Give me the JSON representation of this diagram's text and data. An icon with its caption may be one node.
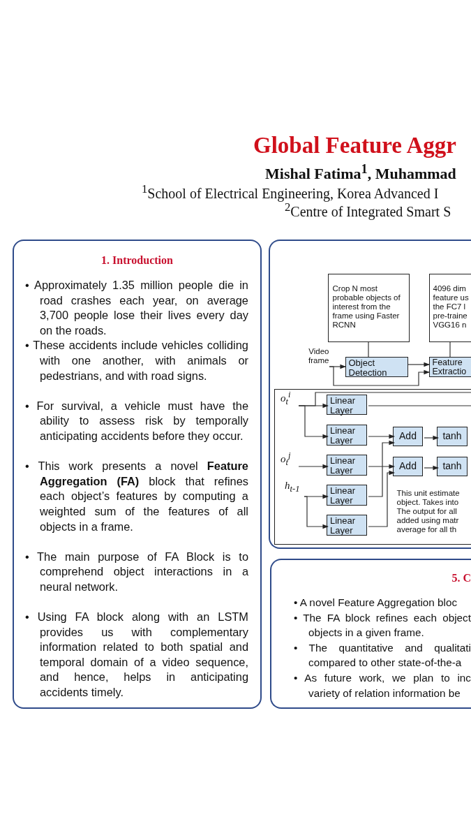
{
  "diagram": {
    "title": "Global Feature Aggr",
    "nodes": [
      {
        "text": [
          "1. Introduction",
          "• Approximately 1.35 million people die in road crashes each year, on average 3,700 people lose their lives every day on the roads.",
          "• These accidents include vehicles colliding with one another, with animals or pedestrians, and with road signs.",
          "• For survival, a vehicle must have the ability to assess risk by temporally anticipating accidents before they occur.",
          "• This work presents a novel **Feature Aggregation (FA)** block that refines each object’s features by computing a weighted sum of the features of all objects in a frame.",
          "• The main purpose of FA Block is to comprehend object interactions in a neural network.",
          "• Using FA block along with an LSTM provides us with complementary information related to both spatial and temporal domain of a video sequence, and hence, helps in anticipating accidents timely."
        ]
      },
      {
        "text": [],
        "shape": "box"
      },
      {
        "text": [
          "Crop N most probable objects of interest from the frame using Faster RCNN"
        ],
        "in": 1
      },
      {
        "text": [
          "4096 dim feature us the FC7 l pre-traine VGG16 n"
        ],
        "in": 1
      },
      {
        "text": [
          "Video frame"
        ],
        "in": 1
      },
      {
        "text": [
          "Object Detection"
        ],
        "in": 1
      },
      {
        "text": [
          "Feature Extractio"
        ],
        "in": 1
      },
      {
        "text": [
          "This unit estimate object. Takes into The output for all added using matr average for all th"
        ],
        "in": 1
      },
      {
        "text": [
          "o$_{t}$$^{i}$"
        ],
        "in": 7
      },
      {
        "text": [
          "Linear Layer"
        ],
        "in": 7
      },
      {
        "text": [
          "Linear Layer"
        ],
        "in": 7
      },
      {
        "text": [
          "o$_{t}$$^{j}$"
        ],
        "in": 7
      },
      {
        "text": [
          "Linear Layer"
        ],
        "in": 7
      },
      {
        "text": [
          "h$_{t-1}$"
        ],
        "in": 7
      },
      {
        "text": [
          "Linear Layer"
        ],
        "in": 7
      },
      {
        "text": [
          "Linear Layer"
        ],
        "in": 7
      },
      {
        "text": [
          "Add"
        ],
        "in": 7
      },
      {
        "text": [
          "tanh"
        ],
        "in": 7
      },
      {
        "text": [
          "Add"
        ],
        "in": 7
      },
      {
        "text": [
          "tanh"
        ],
        "in": 7
      },
      {
        "text": [
          "5. C",
          "• A novel Feature Aggregation bloc",
          "• The FA block refines each object objects in a given frame.",
          "• The quantitative and qualitati compared to other state-of-the-a",
          "• As future work, we plan to inc variety of relation information be"
        ]
      }
    ],
    "edges": [
      {
        "from": 4,
        "to": 5,
        "arrow": "to"
      },
      {
        "from": 4,
        "to": 6,
        "arrow": "to"
      },
      {
        "from": 2,
        "to": 5,
        "arrow": "none"
      },
      {
        "from": 3,
        "to": 6,
        "arrow": "none"
      },
      {
        "from": 5,
        "to": 6,
        "arrow": "to"
      },
      {
        "from": 8,
        "to": 9,
        "arrow": "to"
      },
      {
        "from": 8,
        "to": 10,
        "arrow": "to"
      },
      {
        "from": 8,
        "to": null,
        "arrow": "none"
      },
      {
        "from": 9,
        "to": null,
        "arrow": "none"
      },
      {
        "from": 10,
        "to": 16,
        "arrow": "to"
      },
      {
        "from": 11,
        "to": 12,
        "arrow": "to"
      },
      {
        "from": 12,
        "to": 18,
        "arrow": "to"
      },
      {
        "from": 13,
        "to": 14,
        "arrow": "to"
      },
      {
        "from": 13,
        "to": 15,
        "arrow": "to"
      },
      {
        "from": 14,
        "to": 16,
        "arrow": "to"
      },
      {
        "from": 15,
        "to": 18,
        "arrow": "to"
      },
      {
        "from": 16,
        "to": 17,
        "arrow": "to"
      },
      {
        "from": 18,
        "to": 19,
        "arrow": "to"
      }
    ],
    "labels": [
      "Mishal Fatima$^{1}$, Muhammad",
      "$^{1}$School of Electrical Engineering, Korea Advanced I",
      "$^{2}$Centre of Integrated Smart S"
    ]
  }
}
